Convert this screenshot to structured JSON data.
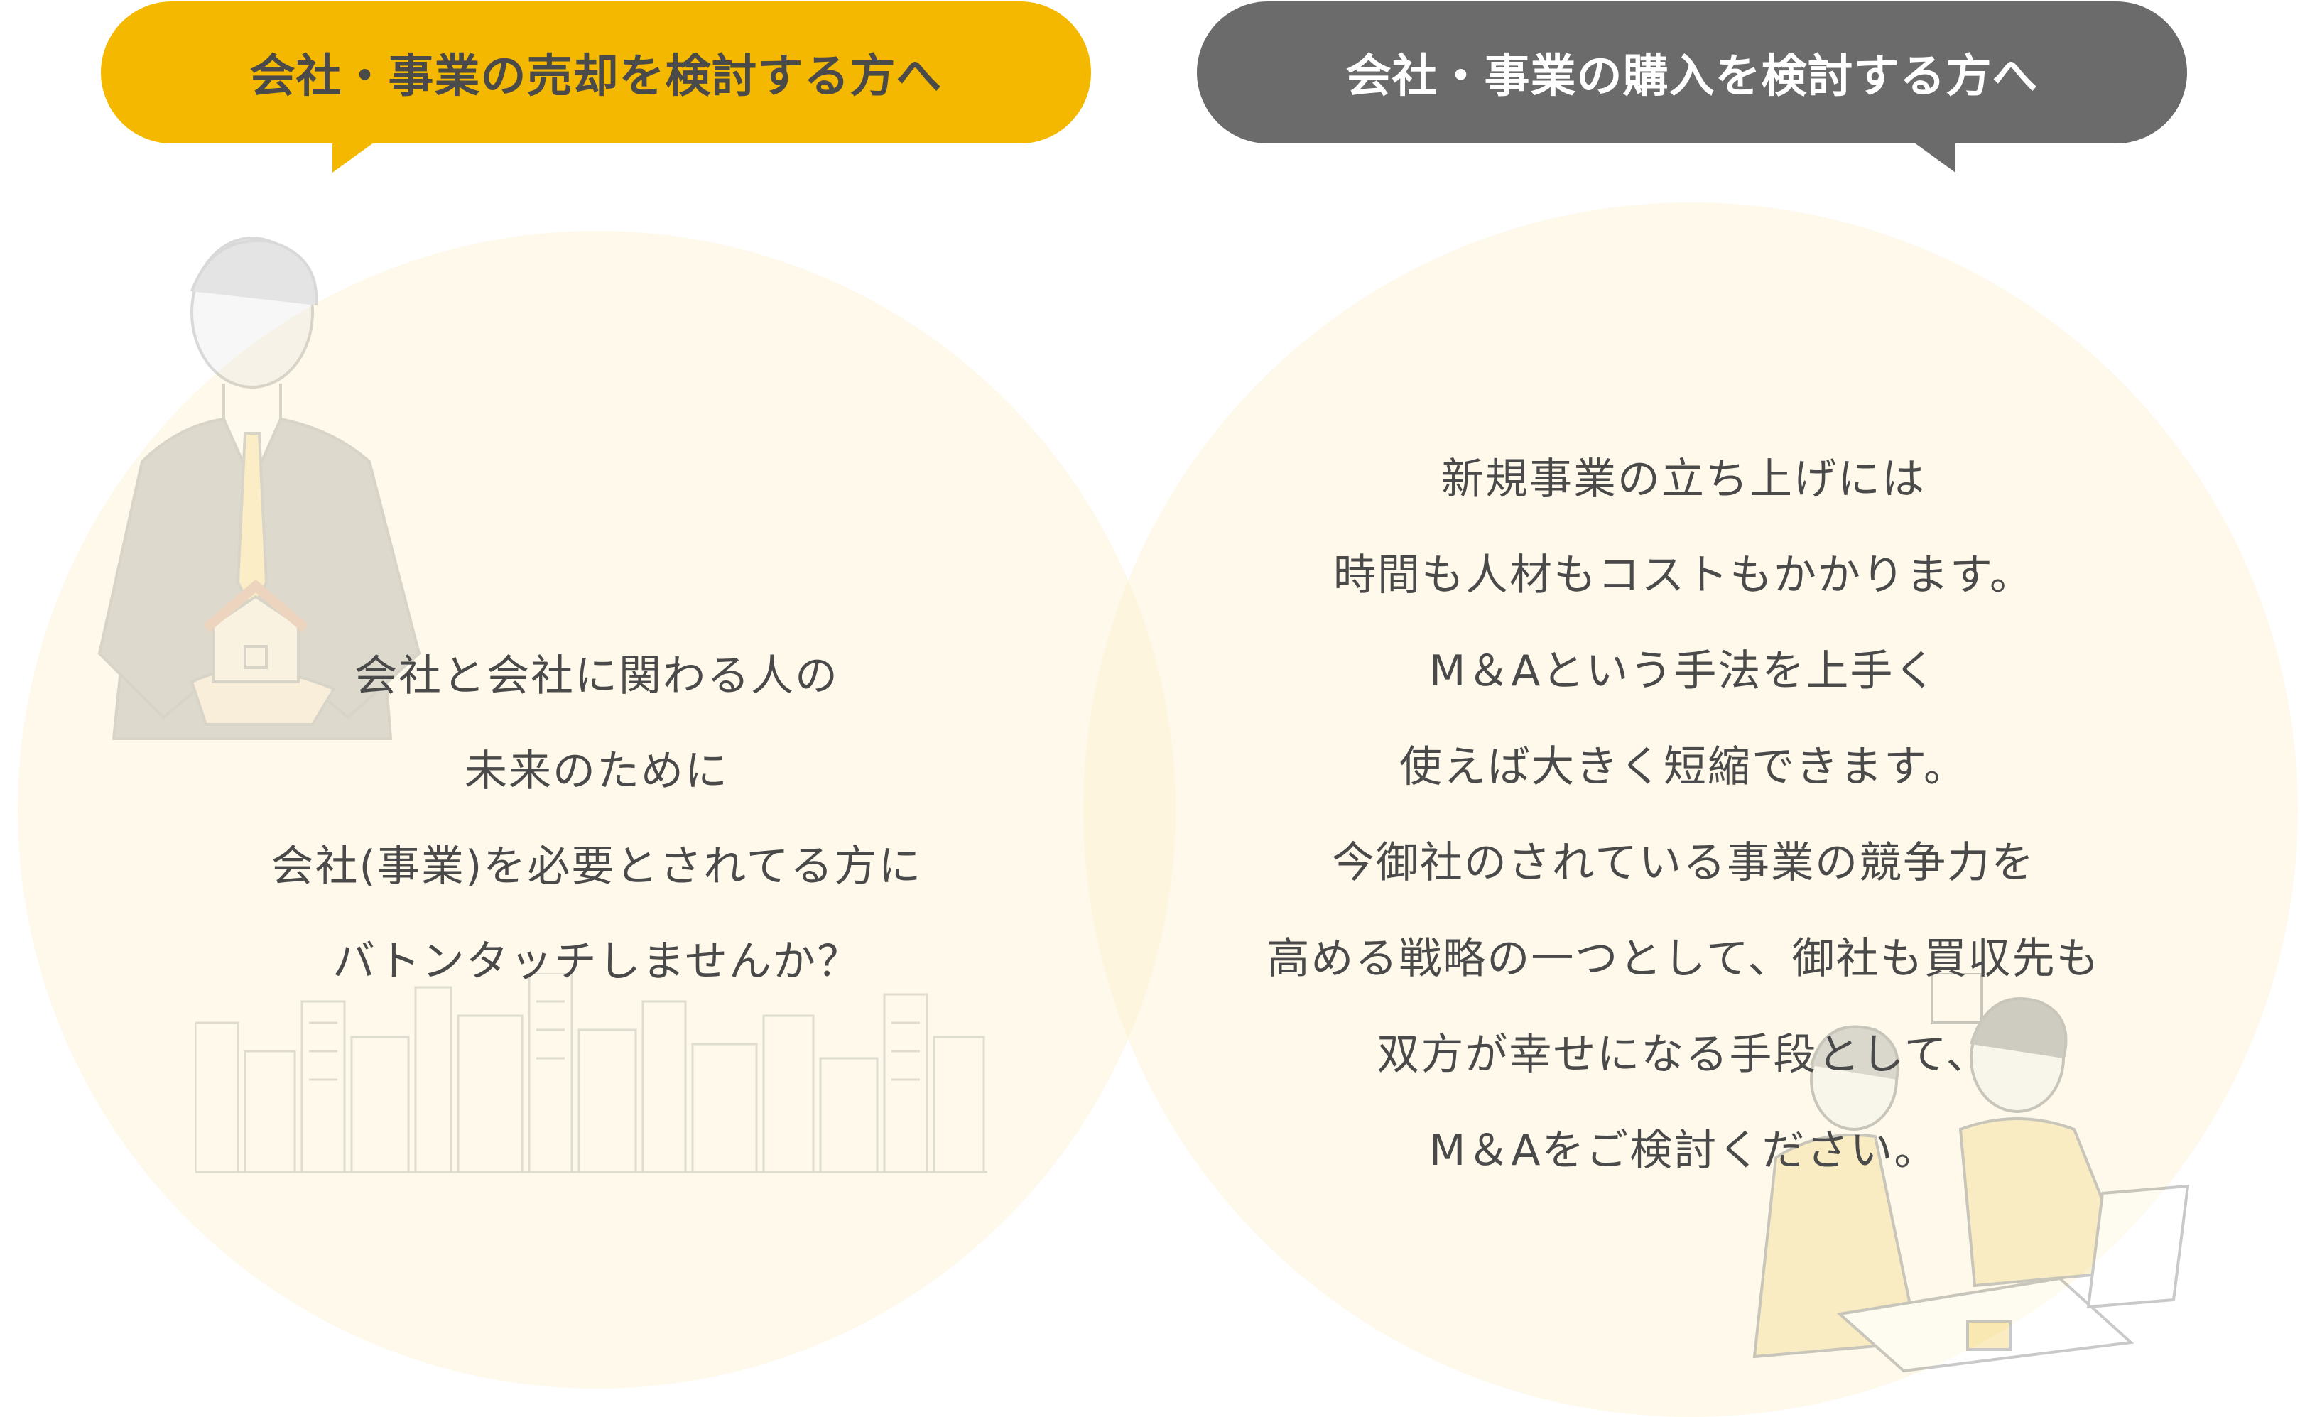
{
  "sell_bubble": {
    "label": "会社・事業の売却を検討する方へ"
  },
  "buy_bubble": {
    "label": "会社・事業の購入を検討する方へ"
  },
  "sell_message": {
    "lines": [
      "会社と会社に関わる人の",
      "未来のために",
      "会社(事業)を必要とされてる方に",
      "バトンタッチしませんか？"
    ]
  },
  "buy_message": {
    "lines": [
      "新規事業の立ち上げには",
      "時間も人材もコストもかかります。",
      "M＆Aという手法を上手く",
      "使えば大きく短縮できます。",
      "今御社のされている事業の競争力を",
      "高める戦略の一つとして、御社も買収先も",
      "双方が幸せになる手段として、",
      "M＆Aをご検討ください。"
    ]
  },
  "colors": {
    "sell_accent": "#f5b800",
    "buy_accent": "#6b6b6b",
    "circle_fill": "#fdf0cd",
    "text": "#4a4a4a"
  },
  "icons": {
    "sell_illustration": "businessman-holding-house-illustration",
    "city_illustration": "city-skyline-illustration",
    "buy_illustration": "couple-reviewing-documents-illustration"
  }
}
